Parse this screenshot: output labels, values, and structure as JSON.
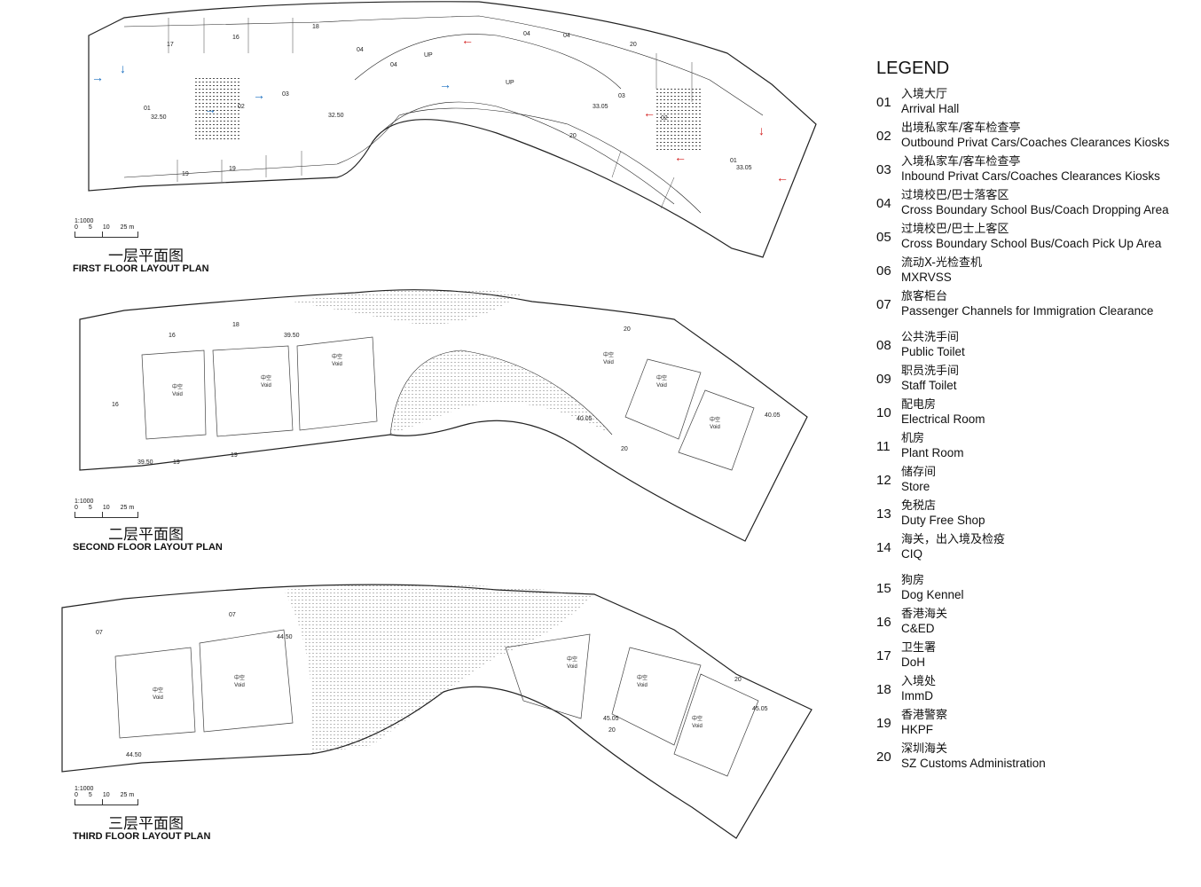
{
  "plans": [
    {
      "cn_title": "一层平面图",
      "en_title": "FIRST FLOOR LAYOUT PLAN",
      "scale": {
        "ratio": "1:1000",
        "ticks": [
          "0",
          "5",
          "10",
          "25 m"
        ]
      },
      "labels": {
        "r17": "17",
        "r16": "16",
        "r18": "18",
        "r04a": "04",
        "r04b": "04",
        "r04c": "04",
        "r04d": "04",
        "r03a": "03",
        "r03b": "03",
        "r02a": "02",
        "r02b": "02",
        "r01a": "01",
        "r01b": "01",
        "r19a": "19",
        "r19b": "19",
        "r20a": "20",
        "r20b": "20",
        "up1": "UP",
        "up2": "UP",
        "el1": "32.50",
        "el2": "32.50",
        "el3": "33.05",
        "el4": "33.05"
      }
    },
    {
      "cn_title": "二层平面图",
      "en_title": "SECOND FLOOR LAYOUT PLAN",
      "scale": {
        "ratio": "1:1000",
        "ticks": [
          "0",
          "5",
          "10",
          "25 m"
        ]
      },
      "labels": {
        "r16a": "16",
        "r16b": "16",
        "r18": "18",
        "r19a": "19",
        "r19b": "19",
        "r20a": "20",
        "r20b": "20",
        "void_cn": "中空",
        "void_en": "Void",
        "el1": "39.50",
        "el2": "39.50",
        "el3": "40.05",
        "el4": "40.05"
      }
    },
    {
      "cn_title": "三层平面图",
      "en_title": "THIRD FLOOR LAYOUT PLAN",
      "scale": {
        "ratio": "1:1000",
        "ticks": [
          "0",
          "5",
          "10",
          "25 m"
        ]
      },
      "labels": {
        "r07a": "07",
        "r07b": "07",
        "r20a": "20",
        "r20b": "20",
        "void_cn": "中空",
        "void_en": "Void",
        "el1": "44.50",
        "el2": "44.50",
        "el3": "45.05",
        "el4": "45.05"
      }
    }
  ],
  "legend": {
    "title": "LEGEND",
    "items": [
      {
        "num": "01",
        "cn": "入境大厅",
        "en": "Arrival Hall"
      },
      {
        "num": "02",
        "cn": "出境私家车/客车检查亭",
        "en": "Outbound Privat Cars/Coaches Clearances Kiosks"
      },
      {
        "num": "03",
        "cn": "入境私家车/客车检查亭",
        "en": "Inbound Privat Cars/Coaches Clearances Kiosks"
      },
      {
        "num": "04",
        "cn": "过境校巴/巴士落客区",
        "en": "Cross Boundary School Bus/Coach Dropping Area"
      },
      {
        "num": "05",
        "cn": "过境校巴/巴士上客区",
        "en": "Cross Boundary School Bus/Coach Pick Up Area"
      },
      {
        "num": "06",
        "cn": "流动X-光检查机",
        "en": "MXRVSS"
      },
      {
        "num": "07",
        "cn": "旅客柜台",
        "en": "Passenger Channels for Immigration Clearance"
      },
      {
        "num": "08",
        "cn": "公共洗手间",
        "en": "Public Toilet"
      },
      {
        "num": "09",
        "cn": "职员洗手间",
        "en": "Staff Toilet"
      },
      {
        "num": "10",
        "cn": "配电房",
        "en": "Electrical Room"
      },
      {
        "num": "11",
        "cn": "机房",
        "en": "Plant Room"
      },
      {
        "num": "12",
        "cn": "储存间",
        "en": "Store"
      },
      {
        "num": "13",
        "cn": "免税店",
        "en": "Duty Free Shop"
      },
      {
        "num": "14",
        "cn": "海关，出入境及检疫",
        "en": "CIQ"
      },
      {
        "num": "15",
        "cn": "狗房",
        "en": "Dog Kennel"
      },
      {
        "num": "16",
        "cn": "香港海关",
        "en": "C&ED"
      },
      {
        "num": "17",
        "cn": "卫生署",
        "en": "DoH"
      },
      {
        "num": "18",
        "cn": "入境处",
        "en": "ImmD"
      },
      {
        "num": "19",
        "cn": "香港警察",
        "en": "HKPF"
      },
      {
        "num": "20",
        "cn": "深圳海关",
        "en": "SZ Customs Administration"
      }
    ]
  },
  "colors": {
    "inbound_arrow": "#1a6fc0",
    "outbound_arrow": "#d42020"
  }
}
